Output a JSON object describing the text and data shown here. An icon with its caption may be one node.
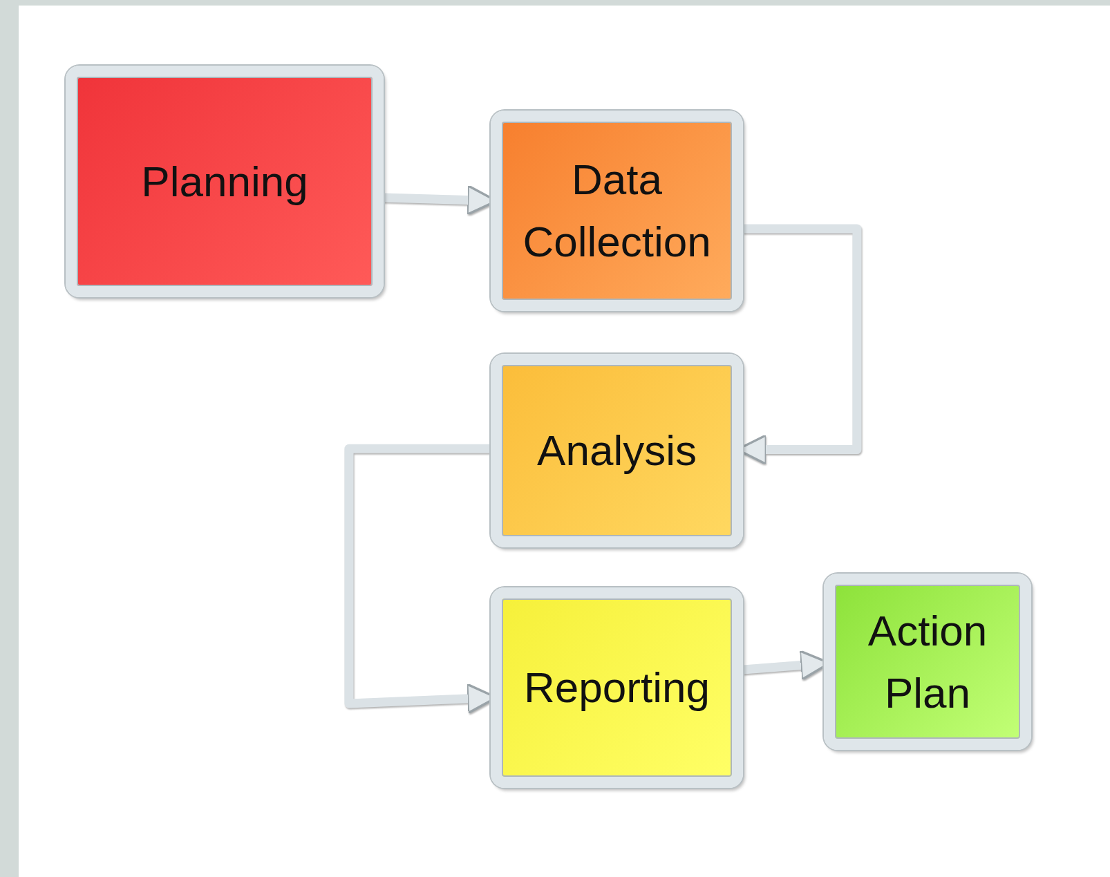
{
  "diagram": {
    "nodes": [
      {
        "text": [
          "Planning"
        ]
      },
      {
        "text": [
          "Data Collection"
        ]
      },
      {
        "text": [
          "Analysis"
        ]
      },
      {
        "text": [
          "Reporting"
        ]
      },
      {
        "text": [
          "Action Plan"
        ]
      }
    ],
    "edges": [
      {
        "from": 0,
        "to": 1,
        "arrow": "to"
      },
      {
        "from": 1,
        "to": 2,
        "arrow": "to"
      },
      {
        "from": 2,
        "to": 3,
        "arrow": "to"
      },
      {
        "from": 3,
        "to": 4,
        "arrow": "to"
      }
    ]
  }
}
